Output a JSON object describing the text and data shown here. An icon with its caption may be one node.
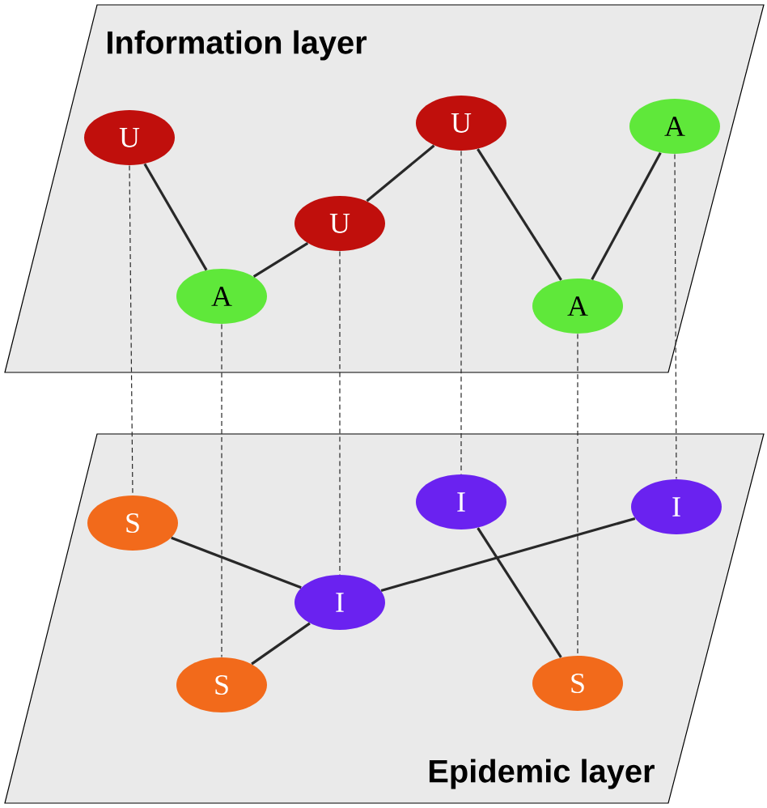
{
  "diagram": {
    "nodes": [
      {
        "text": [
          "Information layer"
        ]
      },
      {
        "text": [
          "U"
        ],
        "in": 0
      },
      {
        "text": [
          "A"
        ],
        "in": 0
      },
      {
        "text": [
          "U"
        ],
        "in": 0
      },
      {
        "text": [
          "U"
        ],
        "in": 0
      },
      {
        "text": [
          "A"
        ],
        "in": 0
      },
      {
        "text": [
          "A"
        ],
        "in": 0
      },
      {
        "text": [
          "Epidemic layer"
        ]
      },
      {
        "text": [
          "S"
        ],
        "in": 7
      },
      {
        "text": [
          "S"
        ],
        "in": 7
      },
      {
        "text": [
          "I"
        ],
        "in": 7
      },
      {
        "text": [
          "I"
        ],
        "in": 7
      },
      {
        "text": [
          "S"
        ],
        "in": 7
      },
      {
        "text": [
          "I"
        ],
        "in": 7
      }
    ],
    "edges": [
      {
        "from": 1,
        "to": 2,
        "arrow": "none"
      },
      {
        "from": 2,
        "to": 3,
        "arrow": "none"
      },
      {
        "from": 3,
        "to": 4,
        "arrow": "none"
      },
      {
        "from": 4,
        "to": 5,
        "arrow": "none"
      },
      {
        "from": 5,
        "to": 6,
        "arrow": "none"
      },
      {
        "from": 8,
        "to": 10,
        "arrow": "none"
      },
      {
        "from": 9,
        "to": 10,
        "arrow": "none"
      },
      {
        "from": 10,
        "to": 13,
        "arrow": "none"
      },
      {
        "from": 11,
        "to": 12,
        "arrow": "none"
      },
      {
        "from": 1,
        "to": 8,
        "arrow": "none",
        "style": "dashed"
      },
      {
        "from": 2,
        "to": 9,
        "arrow": "none",
        "style": "dashed"
      },
      {
        "from": 3,
        "to": 10,
        "arrow": "none",
        "style": "dashed"
      },
      {
        "from": 4,
        "to": 11,
        "arrow": "none",
        "style": "dashed"
      },
      {
        "from": 5,
        "to": 12,
        "arrow": "none",
        "style": "dashed"
      },
      {
        "from": 6,
        "to": 13,
        "arrow": "none",
        "style": "dashed"
      }
    ]
  }
}
